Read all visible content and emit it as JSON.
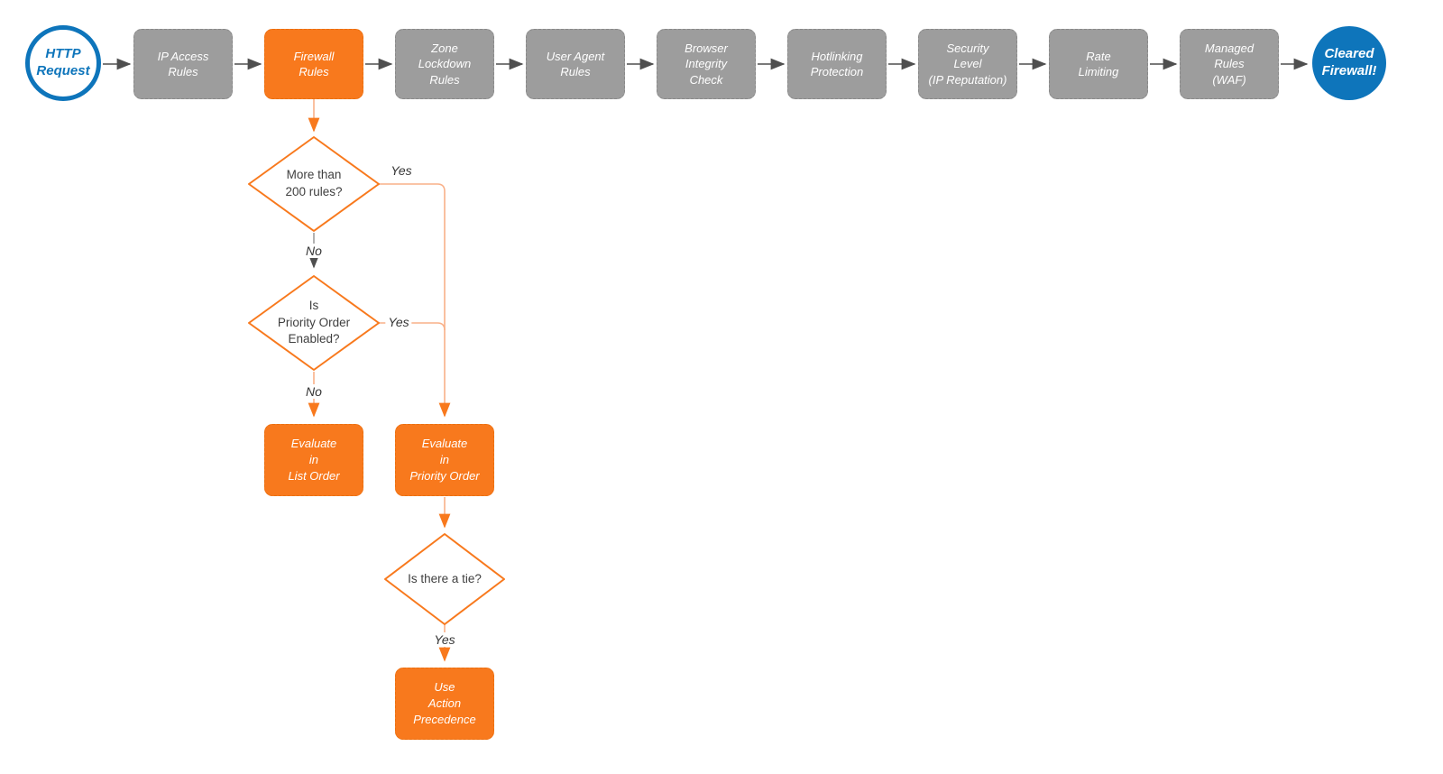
{
  "colors": {
    "accent_orange": "#F8791D",
    "branch_line_orange": "#F9B088",
    "node_gray": "#9D9D9D",
    "pipeline_line_gray": "#4F4F4F",
    "no_line_gray": "#9E9E9E",
    "brand_blue": "#0E75BB",
    "diamond_text": "#3F3F3F",
    "node_text": "#FFFFFF"
  },
  "flow": {
    "start": {
      "label": "HTTP\nRequest"
    },
    "end": {
      "label": "Cleared\nFirewall!"
    },
    "stages": [
      {
        "label": "IP Access\nRules",
        "variant": "gray"
      },
      {
        "label": "Firewall\nRules",
        "variant": "orange"
      },
      {
        "label": "Zone\nLockdown\nRules",
        "variant": "gray"
      },
      {
        "label": "User Agent\nRules",
        "variant": "gray"
      },
      {
        "label": "Browser\nIntegrity\nCheck",
        "variant": "gray"
      },
      {
        "label": "Hotlinking\nProtection",
        "variant": "gray"
      },
      {
        "label": "Security\nLevel\n(IP Reputation)",
        "variant": "gray"
      },
      {
        "label": "Rate\nLimiting",
        "variant": "gray"
      },
      {
        "label": "Managed\nRules\n(WAF)",
        "variant": "gray"
      }
    ],
    "decisions": [
      {
        "label": "More than\n200 rules?",
        "yes_label": "Yes",
        "no_label": "No"
      },
      {
        "label": "Is\nPriority Order\nEnabled?",
        "yes_label": "Yes",
        "no_label": "No"
      },
      {
        "label": "Is there a tie?",
        "yes_label": "Yes"
      }
    ],
    "actions": [
      {
        "label": "Evaluate\nin\nList Order"
      },
      {
        "label": "Evaluate\nin\nPriority Order"
      },
      {
        "label": "Use\nAction\nPrecedence"
      }
    ]
  }
}
